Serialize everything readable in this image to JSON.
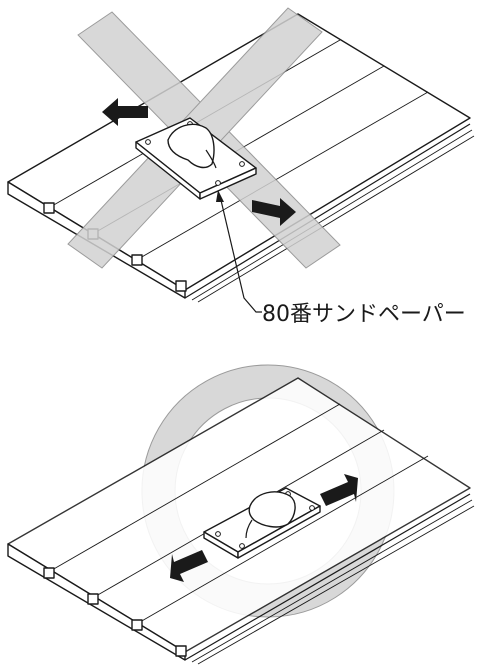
{
  "callout": {
    "label": "80番サンドペーパー"
  },
  "panels": [
    {
      "id": "wrong",
      "mark": "cross-mark-icon"
    },
    {
      "id": "right",
      "mark": "circle-mark-icon"
    }
  ],
  "colors": {
    "mark_fill": "#d2d2d2",
    "ink": "#1a1a1a"
  }
}
